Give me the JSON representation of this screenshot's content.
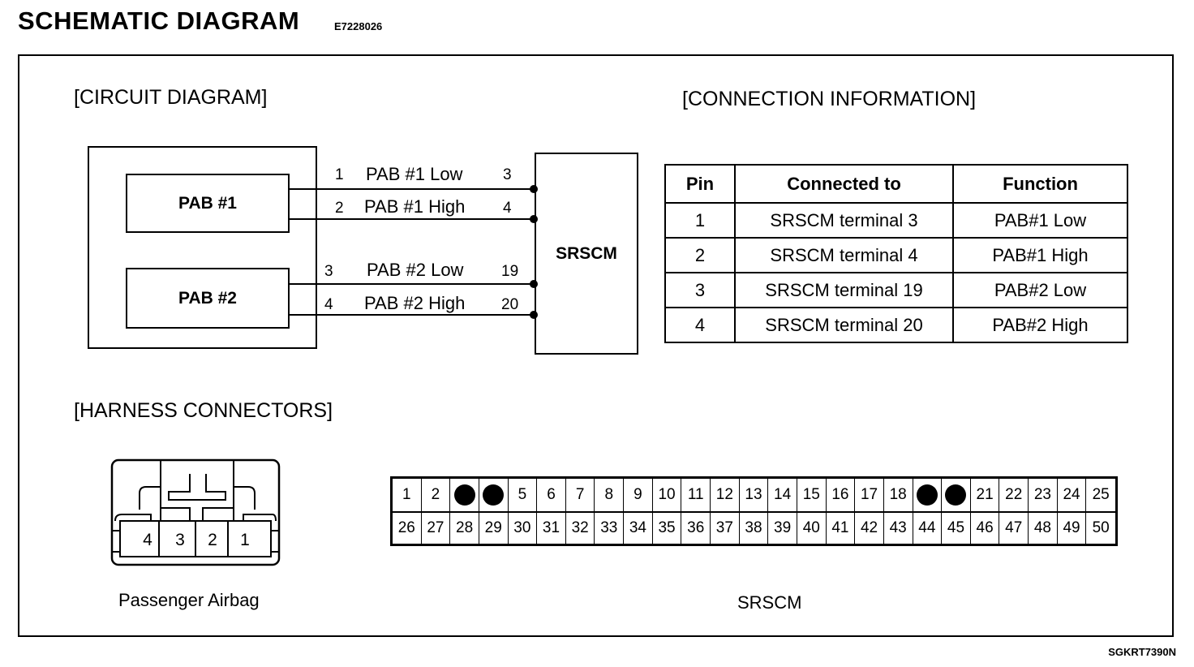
{
  "header": {
    "title": "SCHEMATIC  DIAGRAM",
    "code": "E7228026"
  },
  "footer": {
    "code": "SGKRT7390N"
  },
  "circuit": {
    "heading": "[CIRCUIT DIAGRAM]",
    "pab1": "PAB #1",
    "pab2": "PAB #2",
    "srscm": "SRSCM",
    "wires": [
      {
        "pin": "1",
        "label": "PAB #1 Low",
        "term": "3"
      },
      {
        "pin": "2",
        "label": "PAB #1 High",
        "term": "4"
      },
      {
        "pin": "3",
        "label": "PAB #2 Low",
        "term": "19"
      },
      {
        "pin": "4",
        "label": "PAB #2 High",
        "term": "20"
      }
    ]
  },
  "connection": {
    "heading": "[CONNECTION INFORMATION]",
    "columns": [
      "Pin",
      "Connected to",
      "Function"
    ],
    "rows": [
      [
        "1",
        "SRSCM terminal 3",
        "PAB#1 Low"
      ],
      [
        "2",
        "SRSCM terminal 4",
        "PAB#1 High"
      ],
      [
        "3",
        "SRSCM terminal 19",
        "PAB#2 Low"
      ],
      [
        "4",
        "SRSCM terminal 20",
        "PAB#2 High"
      ]
    ]
  },
  "harness": {
    "heading": "[HARNESS CONNECTORS]",
    "passenger": {
      "label": "Passenger Airbag",
      "pins": [
        "4",
        "3",
        "2",
        "1"
      ]
    },
    "srscm": {
      "label": "SRSCM",
      "top_row": [
        "1",
        "2",
        "",
        "",
        "5",
        "6",
        "7",
        "8",
        "9",
        "10",
        "11",
        "12",
        "13",
        "14",
        "15",
        "16",
        "17",
        "18",
        "",
        "",
        "21",
        "22",
        "23",
        "24",
        "25"
      ],
      "bottom_row": [
        "26",
        "27",
        "28",
        "29",
        "30",
        "31",
        "32",
        "33",
        "34",
        "35",
        "36",
        "37",
        "38",
        "39",
        "40",
        "41",
        "42",
        "43",
        "44",
        "45",
        "46",
        "47",
        "48",
        "49",
        "50"
      ],
      "filled_pins": [
        "3",
        "4",
        "19",
        "20"
      ]
    }
  }
}
